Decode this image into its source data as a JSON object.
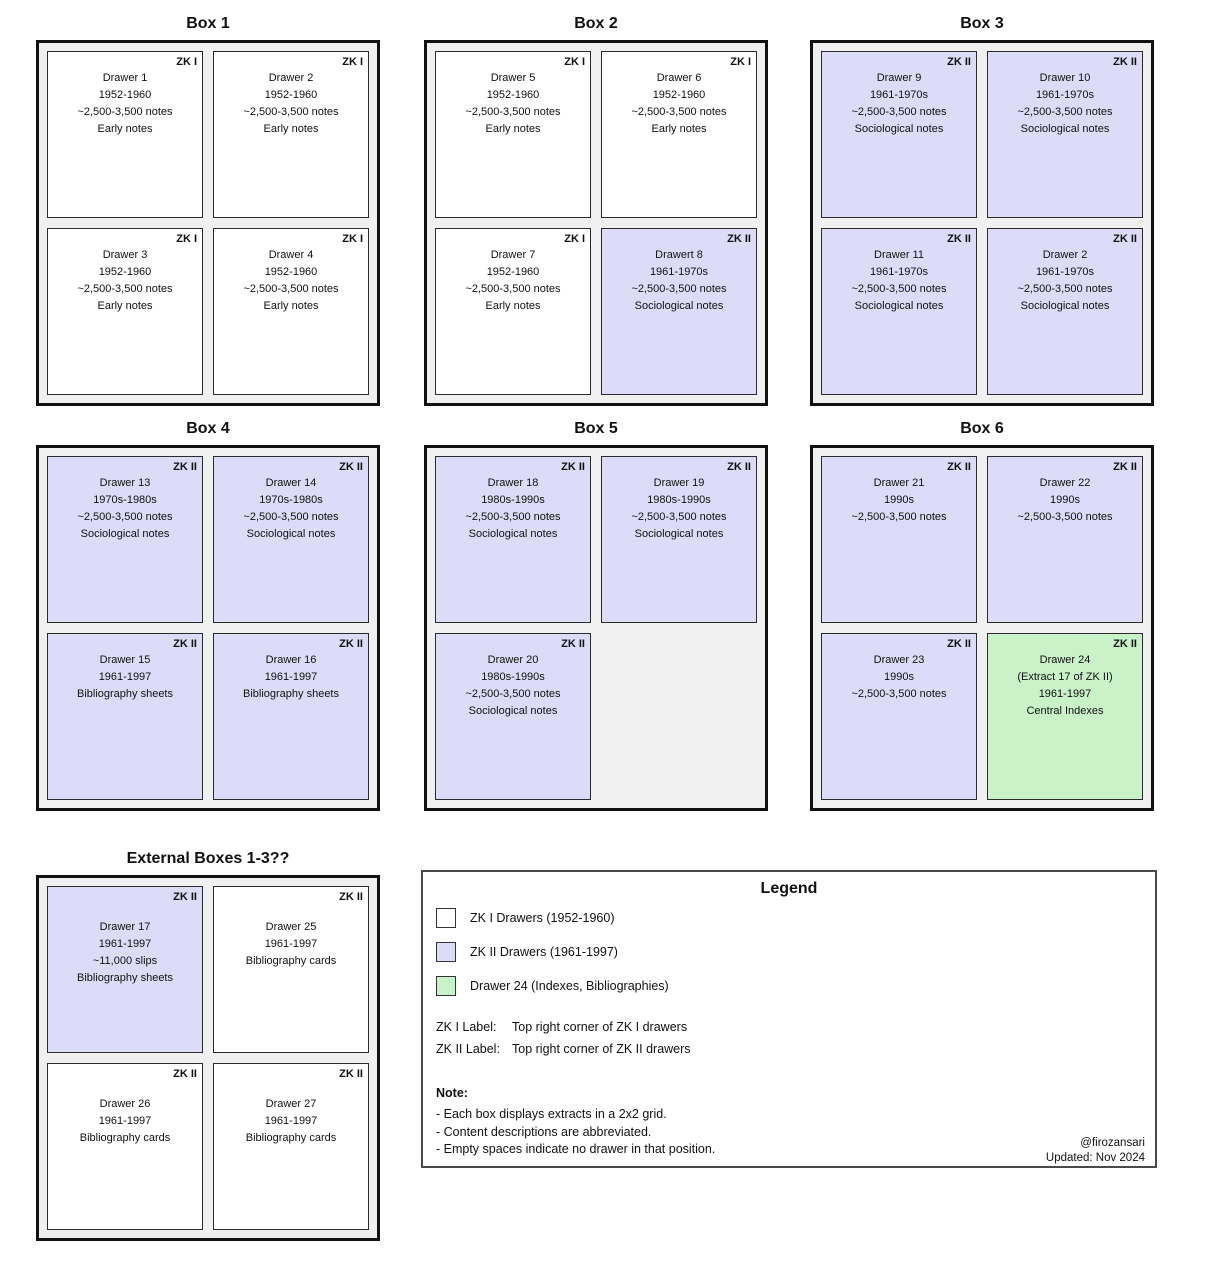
{
  "colors": {
    "zk1_fill": "#ffffff",
    "zk2_fill": "#dcdcf8",
    "drawer24_fill": "#c9f2c9",
    "box_fill": "#f0f0f0",
    "box_border": "#111111",
    "drawer_border": "#2b2b2b"
  },
  "boxes": [
    {
      "title": "Box 1",
      "drawers": [
        {
          "zk_label": "ZK I",
          "fill": "white",
          "lines": [
            "Drawer 1",
            "1952-1960",
            "~2,500-3,500 notes",
            "Early notes"
          ]
        },
        {
          "zk_label": "ZK I",
          "fill": "white",
          "lines": [
            "Drawer 2",
            "1952-1960",
            "~2,500-3,500 notes",
            "Early notes"
          ]
        },
        {
          "zk_label": "ZK I",
          "fill": "white",
          "lines": [
            "Drawer 3",
            "1952-1960",
            "~2,500-3,500 notes",
            "Early notes"
          ]
        },
        {
          "zk_label": "ZK I",
          "fill": "white",
          "lines": [
            "Drawer 4",
            "1952-1960",
            "~2,500-3,500 notes",
            "Early notes"
          ]
        }
      ]
    },
    {
      "title": "Box 2",
      "drawers": [
        {
          "zk_label": "ZK I",
          "fill": "white",
          "lines": [
            "Drawer 5",
            "1952-1960",
            "~2,500-3,500 notes",
            "Early notes"
          ]
        },
        {
          "zk_label": "ZK I",
          "fill": "white",
          "lines": [
            "Drawer 6",
            "1952-1960",
            "~2,500-3,500 notes",
            "Early notes"
          ]
        },
        {
          "zk_label": "ZK I",
          "fill": "white",
          "lines": [
            "Drawer 7",
            "1952-1960",
            "~2,500-3,500 notes",
            "Early notes"
          ]
        },
        {
          "zk_label": "ZK II",
          "fill": "lavender",
          "lines": [
            "Drawert 8",
            "1961-1970s",
            "~2,500-3,500 notes",
            "Sociological notes"
          ]
        }
      ]
    },
    {
      "title": "Box 3",
      "drawers": [
        {
          "zk_label": "ZK II",
          "fill": "lavender",
          "lines": [
            "Drawer 9",
            "1961-1970s",
            "~2,500-3,500 notes",
            "Sociological notes"
          ]
        },
        {
          "zk_label": "ZK II",
          "fill": "lavender",
          "lines": [
            "Drawer 10",
            "1961-1970s",
            "~2,500-3,500 notes",
            "Sociological notes"
          ]
        },
        {
          "zk_label": "ZK II",
          "fill": "lavender",
          "lines": [
            "Drawer 11",
            "1961-1970s",
            "~2,500-3,500 notes",
            "Sociological notes"
          ]
        },
        {
          "zk_label": "ZK II",
          "fill": "lavender",
          "lines": [
            "Drawer 2",
            "1961-1970s",
            "~2,500-3,500 notes",
            "Sociological notes"
          ]
        }
      ]
    },
    {
      "title": "Box 4",
      "drawers": [
        {
          "zk_label": "ZK II",
          "fill": "lavender",
          "lines": [
            "Drawer 13",
            "1970s-1980s",
            "~2,500-3,500 notes",
            "Sociological notes"
          ]
        },
        {
          "zk_label": "ZK II",
          "fill": "lavender",
          "lines": [
            "Drawer 14",
            "1970s-1980s",
            "~2,500-3,500 notes",
            "Sociological notes"
          ]
        },
        {
          "zk_label": "ZK II",
          "fill": "lavender",
          "lines": [
            "Drawer 15",
            "1961-1997",
            "Bibliography sheets"
          ]
        },
        {
          "zk_label": "ZK II",
          "fill": "lavender",
          "lines": [
            "Drawer 16",
            "1961-1997",
            "Bibliography sheets"
          ]
        }
      ]
    },
    {
      "title": "Box 5",
      "drawers": [
        {
          "zk_label": "ZK II",
          "fill": "lavender",
          "lines": [
            "Drawer 18",
            "1980s-1990s",
            "~2,500-3,500 notes",
            "Sociological notes"
          ]
        },
        {
          "zk_label": "ZK II",
          "fill": "lavender",
          "lines": [
            "Drawer 19",
            "1980s-1990s",
            "~2,500-3,500 notes",
            "Sociological notes"
          ]
        },
        {
          "zk_label": "ZK II",
          "fill": "lavender",
          "lines": [
            "Drawer 20",
            "1980s-1990s",
            "~2,500-3,500 notes",
            "Sociological notes"
          ]
        },
        {
          "empty": true,
          "zk_label": "",
          "lines": []
        }
      ]
    },
    {
      "title": "Box 6",
      "drawers": [
        {
          "zk_label": "ZK II",
          "fill": "lavender",
          "lines": [
            "Drawer 21",
            "1990s",
            "~2,500-3,500 notes"
          ]
        },
        {
          "zk_label": "ZK II",
          "fill": "lavender",
          "lines": [
            "Drawer 22",
            "1990s",
            "~2,500-3,500 notes"
          ]
        },
        {
          "zk_label": "ZK II",
          "fill": "lavender",
          "lines": [
            "Drawer 23",
            "1990s",
            "~2,500-3,500 notes"
          ]
        },
        {
          "zk_label": "ZK II",
          "fill": "green",
          "lines": [
            "Drawer 24",
            "(Extract 17 of ZK II)",
            "1961-1997",
            "Central Indexes"
          ]
        }
      ]
    },
    {
      "title": "External Boxes 1-3??",
      "drawers": [
        {
          "zk_label": "ZK II",
          "fill": "lavender",
          "lines": [
            "Drawer 17",
            "1961-1997",
            "~11,000 slips",
            "Bibliography sheets"
          ]
        },
        {
          "zk_label": "ZK II",
          "fill": "white",
          "lines": [
            "Drawer 25",
            "1961-1997",
            "Bibliography cards"
          ]
        },
        {
          "zk_label": "ZK II",
          "fill": "white",
          "lines": [
            "Drawer 26",
            "1961-1997",
            "Bibliography cards"
          ]
        },
        {
          "zk_label": "ZK II",
          "fill": "white",
          "lines": [
            "Drawer 27",
            "1961-1997",
            "Bibliography cards"
          ]
        }
      ]
    }
  ],
  "legend": {
    "title": "Legend",
    "items": [
      {
        "swatch": "white",
        "label": "ZK I Drawers (1952-1960)"
      },
      {
        "swatch": "lavender",
        "label": "ZK II Drawers (1961-1997)"
      },
      {
        "swatch": "green",
        "label": "Drawer 24 (Indexes, Bibliographies)"
      }
    ],
    "label_rows": [
      {
        "term": "ZK I Label:",
        "desc": "Top right corner of ZK I drawers"
      },
      {
        "term": "ZK II Label:",
        "desc": "Top right corner of ZK II drawers"
      }
    ],
    "note_title": "Note:",
    "notes": [
      "- Each box displays extracts in a 2x2 grid.",
      "- Content descriptions are abbreviated.",
      "- Empty spaces indicate no drawer in that position."
    ],
    "credit_line1": "@firozansari",
    "credit_line2": "Updated: Nov 2024"
  }
}
